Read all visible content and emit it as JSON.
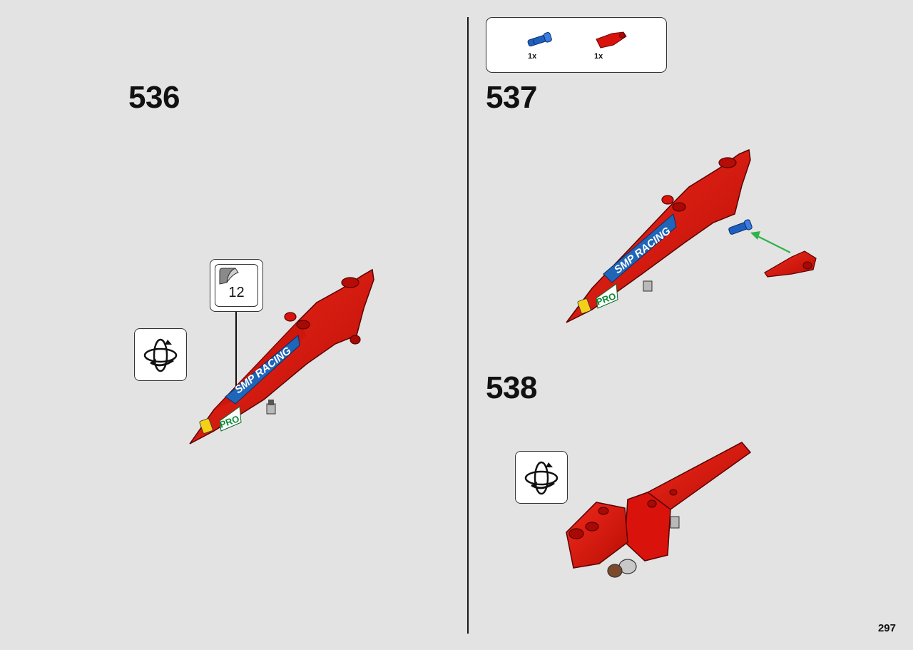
{
  "page": {
    "number": "297"
  },
  "steps": [
    {
      "number": "536"
    },
    {
      "number": "537"
    },
    {
      "number": "538"
    }
  ],
  "parts_list": {
    "items": [
      {
        "icon": "blue-axle-pin-icon",
        "qty": "1x",
        "color": "#1f5fbf"
      },
      {
        "icon": "red-panel-piece-icon",
        "qty": "1x",
        "color": "#d9130b"
      }
    ]
  },
  "submodel": {
    "count": "12"
  },
  "decals": {
    "sponsor": "SMP RACING",
    "class": "PRO"
  },
  "colors": {
    "part_red": "#d9130b",
    "decal_blue": "#1f66b8",
    "arrow_green": "#2fb34a",
    "background": "#e3e3e3"
  }
}
